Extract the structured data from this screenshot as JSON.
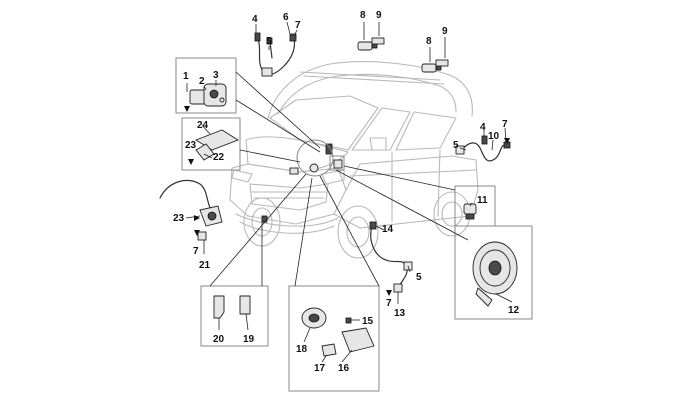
{
  "diagram": {
    "callouts": [
      "1",
      "2",
      "3",
      "4",
      "5",
      "6",
      "7",
      "8",
      "9",
      "8",
      "9",
      "24",
      "23",
      "22",
      "4",
      "5",
      "7",
      "10",
      "11",
      "14",
      "5",
      "7",
      "13",
      "12",
      "23",
      "7",
      "21",
      "20",
      "19",
      "15",
      "18",
      "17",
      "16"
    ]
  },
  "colors": {
    "ink": "#111111",
    "vehicle_outline": "#b9b9b9",
    "frame": "#8a8a8a"
  }
}
